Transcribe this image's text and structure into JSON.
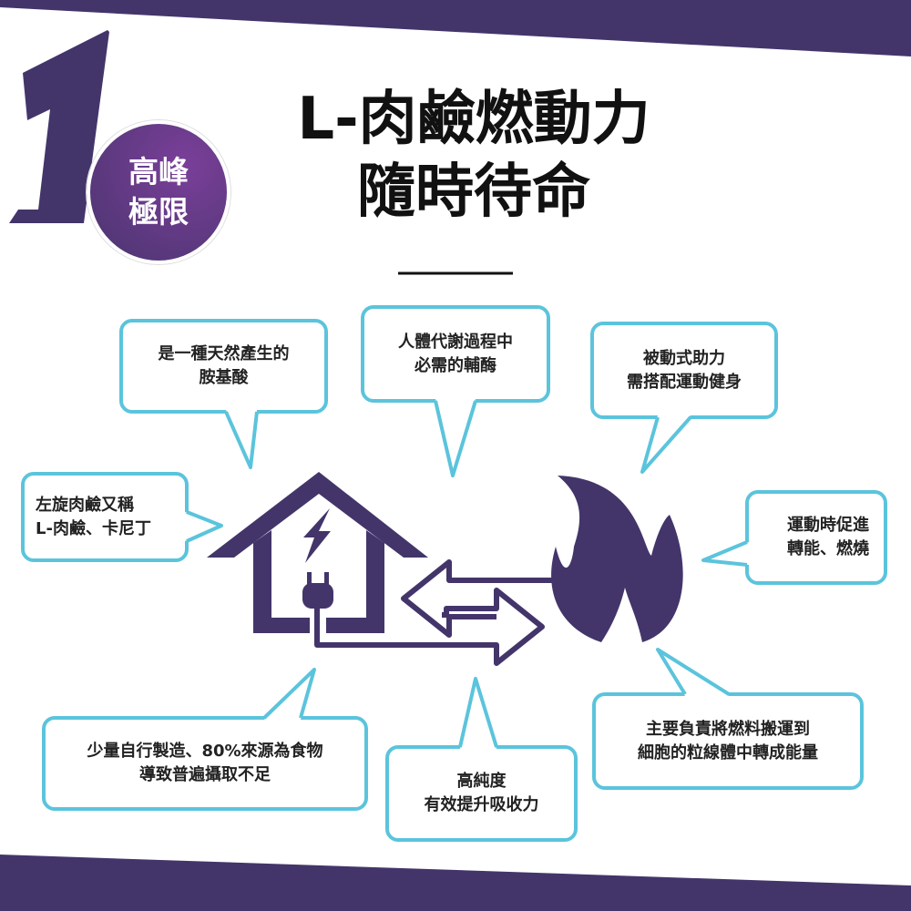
{
  "colors": {
    "purple": "#43356a",
    "bubble_border": "#5bc4dc"
  },
  "header": {
    "number": "1",
    "badge_line1": "高峰",
    "badge_line2": "極限",
    "title_line1": "L-肉鹼燃動力",
    "title_line2": "隨時待命"
  },
  "bubbles": [
    {
      "line1": "是一種天然產生的",
      "line2": "胺基酸"
    },
    {
      "line1": "人體代謝過程中",
      "line2": "必需的輔酶"
    },
    {
      "line1": "被動式助力",
      "line2": "需搭配運動健身"
    },
    {
      "line1": "左旋肉鹼又稱",
      "line2": "L-肉鹼、卡尼丁"
    },
    {
      "line1": "運動時促進",
      "line2": "轉能、燃燒"
    },
    {
      "line1": "少量自行製造、80%來源為食物",
      "line2": "導致普遍攝取不足"
    },
    {
      "line1": "高純度",
      "line2": "有效提升吸收力"
    },
    {
      "line1": "主要負責將燃料搬運到",
      "line2": "細胞的粒線體中轉成能量"
    }
  ]
}
